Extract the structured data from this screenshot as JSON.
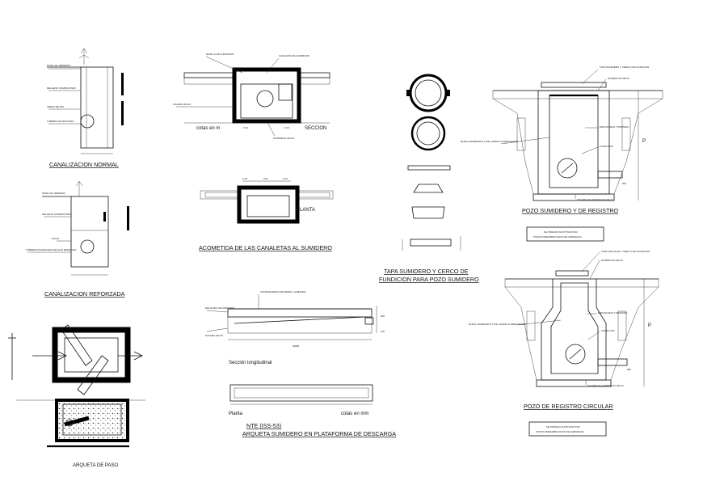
{
  "drawings": {
    "canalizacion_normal": {
      "title": "CANALIZACION NORMAL"
    },
    "canalizacion_reforzada": {
      "title": "CANALIZACION REFORZADA"
    },
    "arqueta_paso": {
      "title": "ARQUETA DE PASO"
    },
    "acometida": {
      "title": "ACOMETIDA DE LAS CANALETAS AL SUMIDERO",
      "cotas": "cotas en m",
      "seccion": "SECCION",
      "planta": "PLANTA",
      "dims": [
        "0.15",
        "0.51",
        "0.15"
      ],
      "dims_bottom": [
        "0.10",
        "0.15"
      ]
    },
    "tapa": {
      "title_line1": "TAPA SUMIDERO Y CERCO DE",
      "title_line2": "FUNDICION PARA POZO SUMIDERO"
    },
    "arqueta_sumidero": {
      "seccion": "Sección longitudinal",
      "planta": "Planta",
      "cotas": "cotas en mm",
      "dim_length": "22800",
      "dim_300": "300",
      "dim_100": "100",
      "nte": "NTE (ISS-53)",
      "title": "ARQUETA SUMIDERO EN PLATAFORMA DE DESCARGA"
    },
    "pozo_sumidero": {
      "title": "POZO SUMIDERO Y DE REGISTRO",
      "note_line1": "SE PODRAN SUSTITUIR POR",
      "note_line2": "POZOS PREFABRICADOS DE HORMIGON",
      "p_label": "P",
      "dim": "300"
    },
    "pozo_circular": {
      "title": "POZO DE REGISTRO CIRCULAR",
      "note_line1": "SE PODRAN SUSTITUIR POR",
      "note_line2": "POZOS PREFABRICADOS DE HORMIGON",
      "p_label": "P",
      "dim": "500"
    }
  },
  "callouts": {
    "cn_1": "NIVEL DE TERRENO",
    "cn_2": "RELLENO COMPACTADO",
    "cn_3": "ARENA DE RIO",
    "cn_4": "TUBERIA POLIETILENO",
    "cr_1": "NIVEL DE TERRENO",
    "cr_2": "RELLENO COMPACTADO",
    "cr_3": "HM-20",
    "cr_4": "TUBERIA POLIETILENO DE ALTA DENSIDAD",
    "ac_1": "REJILLA DE FUNDICION",
    "ac_2": "CANALETA DE HORMIGON",
    "ac_3": "SOLERA HM-20",
    "ac_4": "SUMIDERO HM-20",
    "as_1": "CONTRACERCO DE PERFIL LAMINADO",
    "as_2": "ENLUCIDO DE MORTERO",
    "as_3": "SOLERA HM-20",
    "ps_1": "TAPA SUMIDERO Y CERCO DE FUNDICION",
    "ps_2": "HORMIGON HM-20",
    "ps_3": "ENFOSCADO Y BRUÑIDO",
    "ps_4": "MURO APAREJADO 1 PIE LADRILLO PERFORADO",
    "ps_5": "COLECTOR",
    "ps_6": "SOLERA DE HORMIGON HM-20",
    "pc_1": "TAPA CIRCULAR Y CERCO DE FUNDICION",
    "pc_2": "HORMIGON HM-20",
    "pc_3": "ENFOSCADO Y BRUÑIDO",
    "pc_4": "MURO APAREJADO 1 PIE LADRILLO PERFORADO",
    "pc_5": "COLECTOR",
    "pc_6": "SOLERA DE HORMIGON HM-20"
  }
}
